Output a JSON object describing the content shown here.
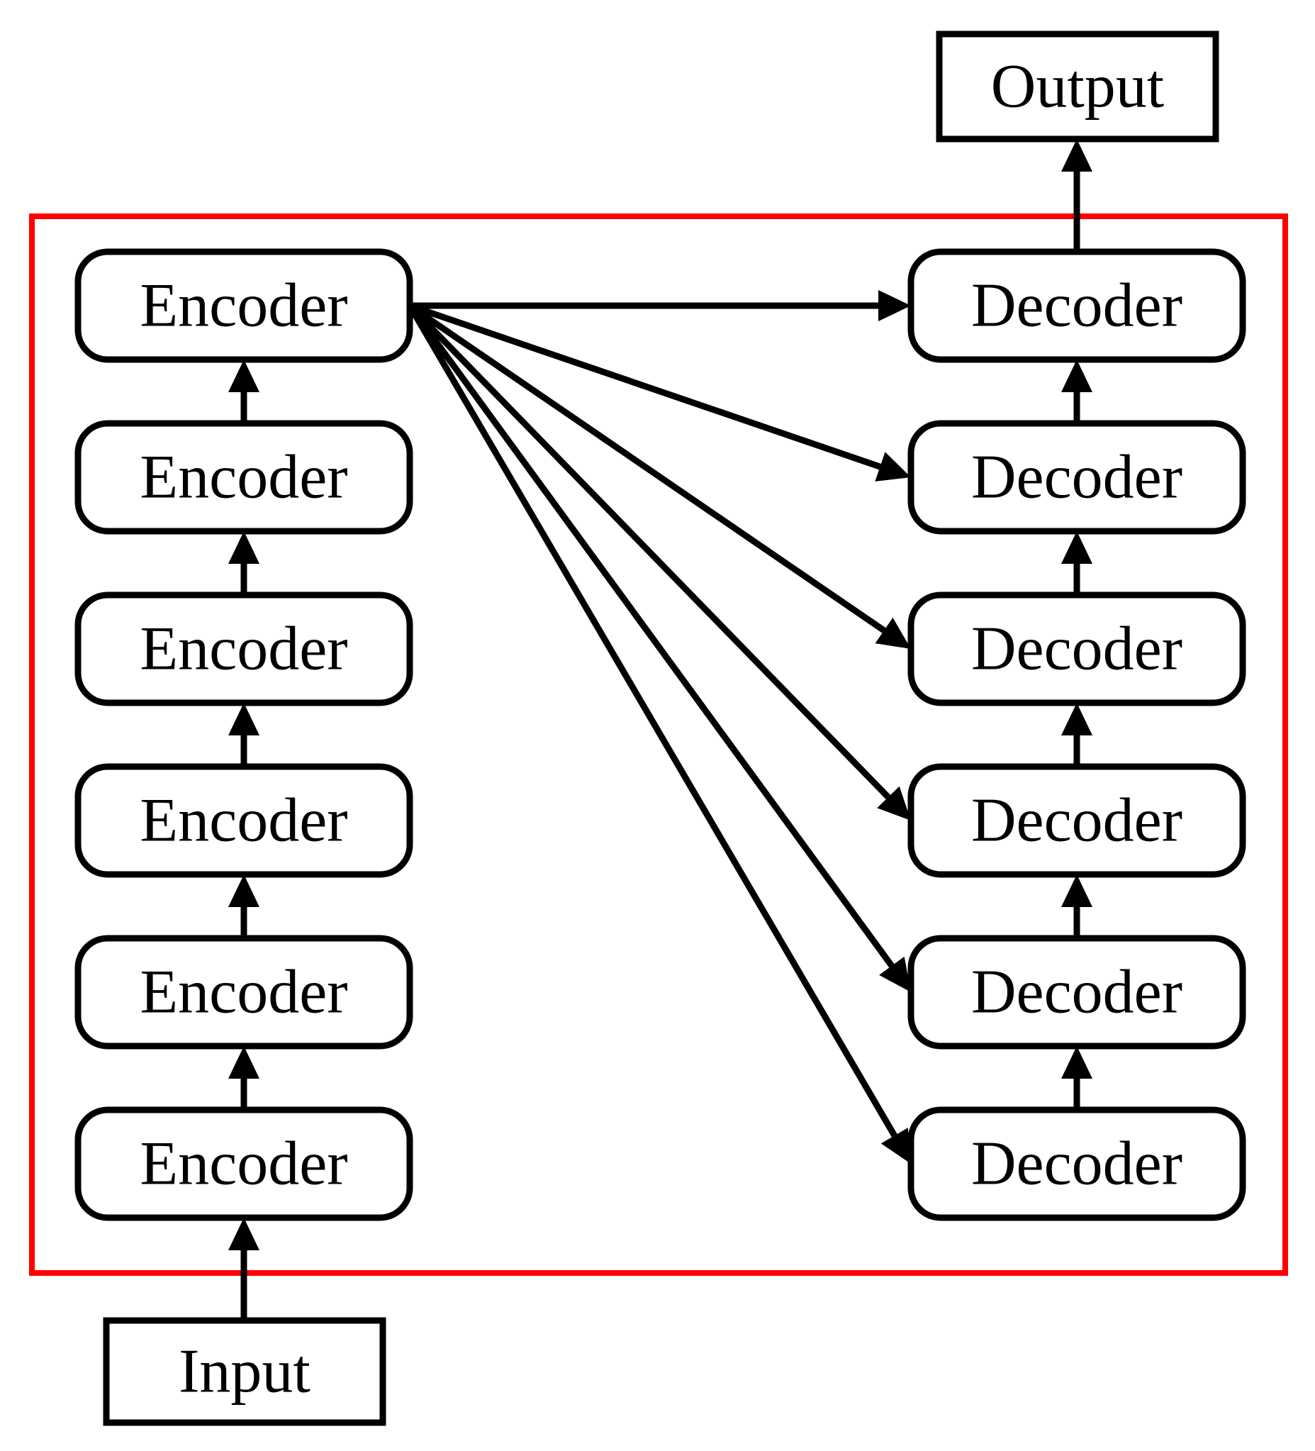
{
  "diagram": {
    "input_label": "Input",
    "output_label": "Output",
    "encoders": [
      {
        "label": "Encoder"
      },
      {
        "label": "Encoder"
      },
      {
        "label": "Encoder"
      },
      {
        "label": "Encoder"
      },
      {
        "label": "Encoder"
      },
      {
        "label": "Encoder"
      }
    ],
    "decoders": [
      {
        "label": "Decoder"
      },
      {
        "label": "Decoder"
      },
      {
        "label": "Decoder"
      },
      {
        "label": "Decoder"
      },
      {
        "label": "Decoder"
      },
      {
        "label": "Decoder"
      }
    ],
    "colors": {
      "frame": "#ff0000",
      "stroke": "#000000",
      "background": "#ffffff"
    }
  }
}
